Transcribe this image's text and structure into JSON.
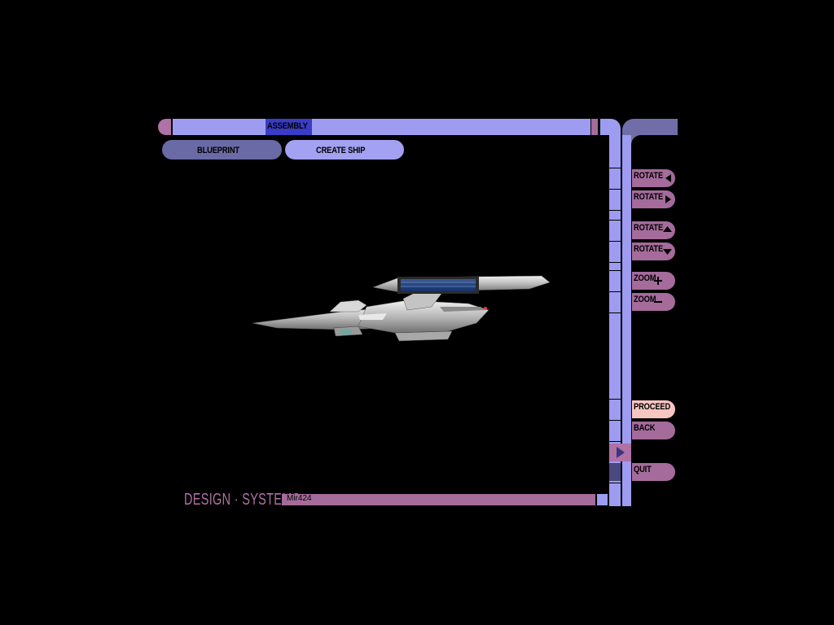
{
  "header": {
    "tab_active": "ASSEMBLY"
  },
  "tabs": {
    "blueprint": "BLUEPRINT",
    "create_ship": "CREATE SHIP"
  },
  "controls": {
    "rotate_left": "ROTATE",
    "rotate_right": "ROTATE",
    "rotate_up": "ROTATE",
    "rotate_down": "ROTATE",
    "zoom_in": "ZOOM",
    "zoom_out": "ZOOM",
    "proceed": "PROCEED",
    "back": "BACK",
    "quit": "QUIT"
  },
  "footer": {
    "title": "DESIGN · SYSTEMS",
    "ship_name": "Mir424"
  },
  "colors": {
    "lavender": "#9e9cf0",
    "mauve": "#a46b9b",
    "dark_blue": "#3a3cc6",
    "pink": "#f8c6c2",
    "slate": "#6a6aa6"
  },
  "icons": {
    "rotate_left": "triangle-left-icon",
    "rotate_right": "triangle-right-icon",
    "rotate_up": "triangle-up-icon",
    "rotate_down": "triangle-down-icon",
    "zoom_in": "plus-icon",
    "zoom_out": "minus-icon",
    "indicator": "triangle-right-icon"
  }
}
